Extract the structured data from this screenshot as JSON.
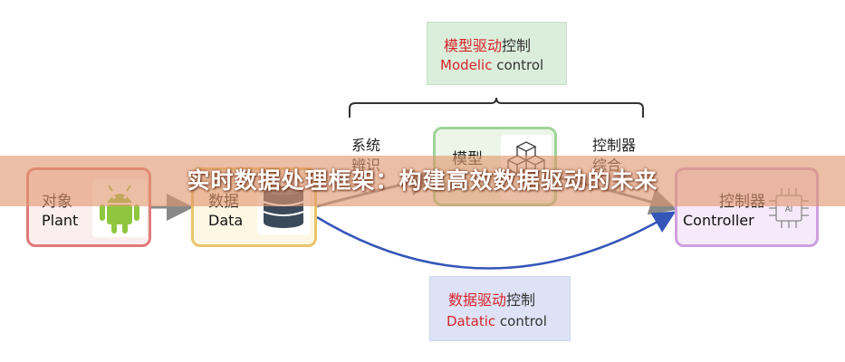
{
  "banner": {
    "title": "实时数据处理框架：构建高效数据驱动的未来"
  },
  "diagram": {
    "model_control": {
      "zh_red": "模型驱动",
      "zh_dark": "控制",
      "en_red": "Modelic",
      "en_dark": " control"
    },
    "data_control": {
      "zh_red": "数据驱动",
      "zh_dark": "控制",
      "en_red": "Datatic",
      "en_dark": " control"
    },
    "plant": {
      "zh": "对象",
      "en": "Plant",
      "icon": "android-robot-icon"
    },
    "data": {
      "zh": "数据",
      "en": "Data",
      "icon": "database-icon"
    },
    "model": {
      "zh": "模型",
      "icon": "cube-stack-icon"
    },
    "controller": {
      "zh": "控制器",
      "en": "Controller",
      "icon": "ai-chip-icon"
    },
    "sys_ident": {
      "line1": "系统",
      "line2": "辨识"
    },
    "ctrl_synth": {
      "line1": "控制器",
      "line2": "综合"
    }
  },
  "colors": {
    "arrow_gray": "#888888",
    "arrow_blue": "#3556b8",
    "banner": "#e0966e"
  }
}
